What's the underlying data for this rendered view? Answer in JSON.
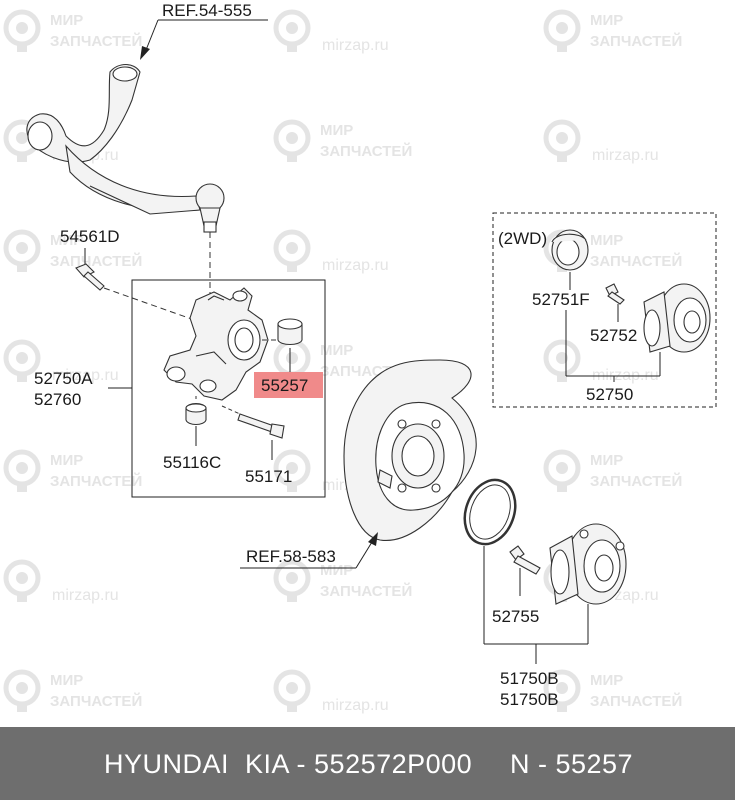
{
  "watermark": {
    "brand_line1": "МИР",
    "brand_line2": "ЗАПЧАСТЕЙ",
    "site": "mirzap.ru"
  },
  "labels": {
    "ref_upper": "REF.54-555",
    "bolt_54561d": "54561D",
    "knuckle_a": "52750A",
    "knuckle_b": "52760",
    "bushing_55116c": "55116C",
    "bolt_55171": "55171",
    "highlight_55257": "55257",
    "wd2": "(2WD)",
    "hub_52751f": "52751F",
    "hub_52752": "52752",
    "hub_52750": "52750",
    "ref_plate": "REF.58-583",
    "stud_52755": "52755",
    "hub_51750b_1": "51750B",
    "hub_51750b_2": "51750B"
  },
  "colors": {
    "highlight": "#f08a8a",
    "footer_bg": "#6e6e6e",
    "footer_text": "#ffffff"
  },
  "footer": {
    "brand": "HYUNDAI  KIA - 552572P000",
    "number": "N - 55257"
  }
}
